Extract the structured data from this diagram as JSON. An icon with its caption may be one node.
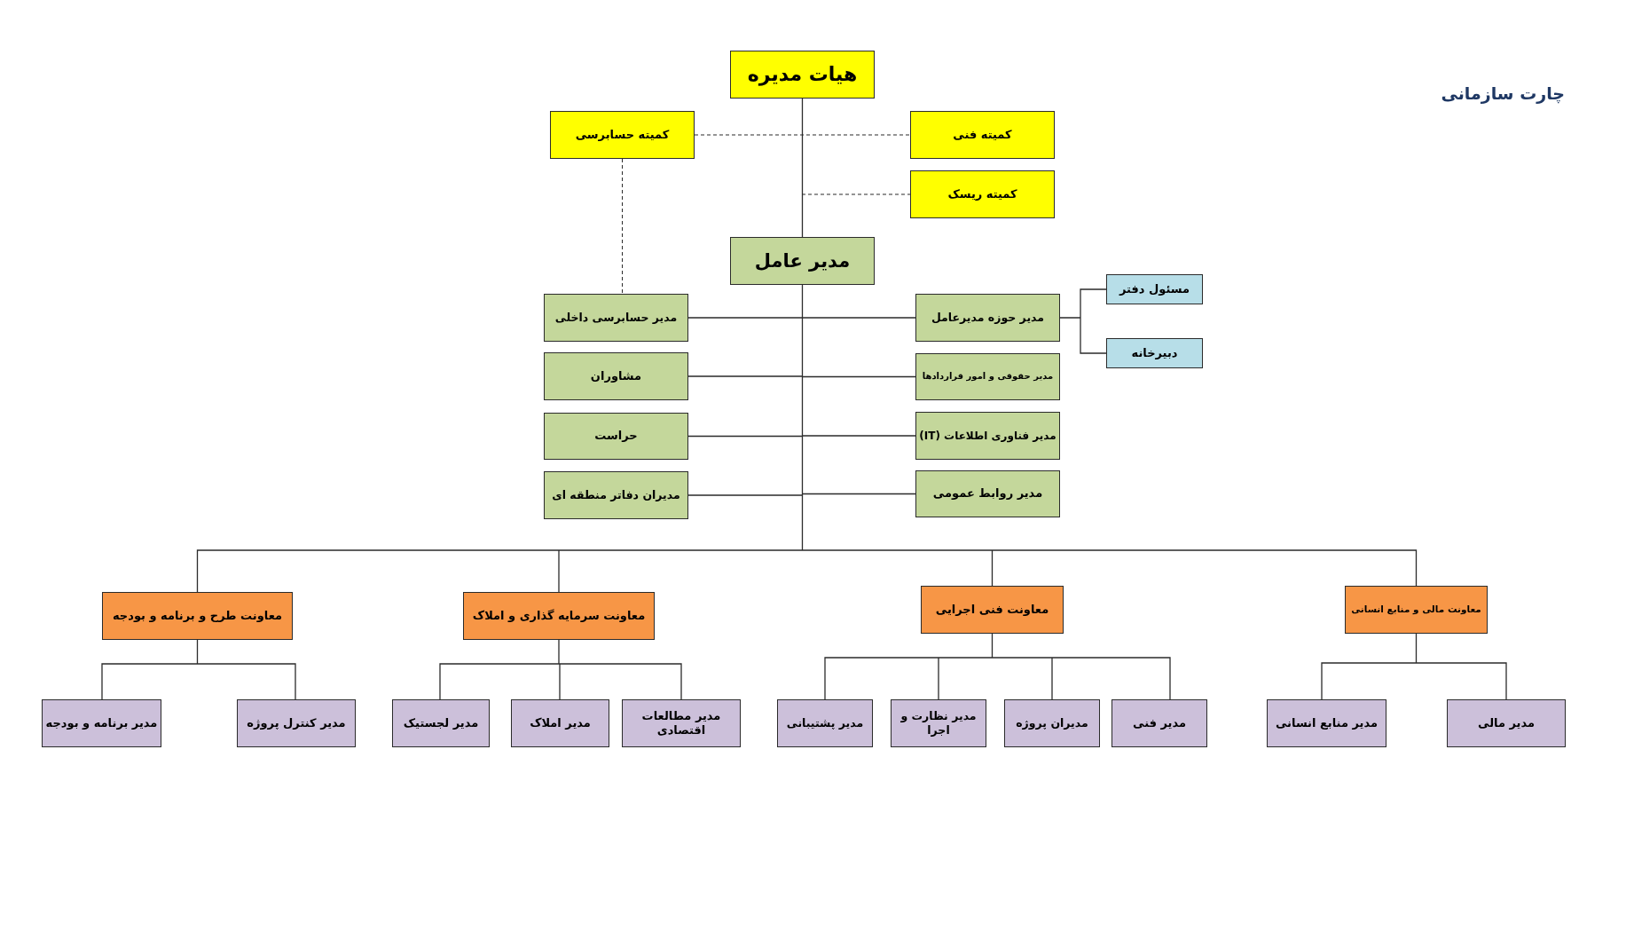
{
  "diagram": {
    "title": "چارت سازمانی",
    "nodes": [
      {
        "text": [
          "هیات مدیره"
        ]
      },
      {
        "text": [
          "کمیته فنی"
        ]
      },
      {
        "text": [
          "کمیته حسابرسی"
        ]
      },
      {
        "text": [
          "کمیته ریسک"
        ]
      },
      {
        "text": [
          "مدیر عامل"
        ]
      },
      {
        "text": [
          "مسئول دفتر"
        ]
      },
      {
        "text": [
          "مدیر حوزه مدیرعامل"
        ]
      },
      {
        "text": [
          "مدیر حسابرسی داخلی"
        ]
      },
      {
        "text": [
          "دبیرخانه"
        ]
      },
      {
        "text": [
          "مدیر حقوقی و امور قراردادها"
        ]
      },
      {
        "text": [
          "مشاوران"
        ]
      },
      {
        "text": [
          "مدیر فناوری اطلاعات (IT)"
        ]
      },
      {
        "text": [
          "حراست"
        ]
      },
      {
        "text": [
          "مدیر روابط عمومی"
        ]
      },
      {
        "text": [
          "مدیران دفاتر منطقه ای"
        ]
      },
      {
        "text": [
          "معاونت مالی و منابع انسانی"
        ]
      },
      {
        "text": [
          "معاونت فنی اجرایی"
        ]
      },
      {
        "text": [
          "معاونت سرمایه گذاری و املاک"
        ]
      },
      {
        "text": [
          "معاونت طرح و برنامه و بودجه"
        ]
      },
      {
        "text": [
          "مدیر مالی"
        ]
      },
      {
        "text": [
          "مدیر منابع انسانی"
        ]
      },
      {
        "text": [
          "مدیر فنی"
        ]
      },
      {
        "text": [
          "مدیران پروژه"
        ]
      },
      {
        "text": [
          "مدیر نظارت و اجرا"
        ]
      },
      {
        "text": [
          "مدیر پشتیبانی"
        ]
      },
      {
        "text": [
          "مدیر مطالعات اقتصادی"
        ]
      },
      {
        "text": [
          "مدیر املاک"
        ]
      },
      {
        "text": [
          "مدیر لجستیک"
        ]
      },
      {
        "text": [
          "مدیر کنترل پروژه"
        ]
      },
      {
        "text": [
          "مدیر برنامه و بودجه"
        ]
      }
    ],
    "edges": [
      {
        "from": 0,
        "to": 4,
        "arrow": "none"
      },
      {
        "from": 2,
        "to": 1,
        "arrow": "none",
        "style": "dashed"
      },
      {
        "from": null,
        "to": 3,
        "arrow": "none",
        "style": "dashed"
      },
      {
        "from": 2,
        "to": 7,
        "arrow": "none",
        "style": "dashed"
      },
      {
        "from": 4,
        "to": 6,
        "arrow": "none"
      },
      {
        "from": 4,
        "to": 7,
        "arrow": "none"
      },
      {
        "from": 4,
        "to": 9,
        "arrow": "none"
      },
      {
        "from": 4,
        "to": 10,
        "arrow": "none"
      },
      {
        "from": 4,
        "to": 11,
        "arrow": "none"
      },
      {
        "from": 4,
        "to": 12,
        "arrow": "none"
      },
      {
        "from": 4,
        "to": 13,
        "arrow": "none"
      },
      {
        "from": 4,
        "to": 14,
        "arrow": "none"
      },
      {
        "from": 6,
        "to": 5,
        "arrow": "none"
      },
      {
        "from": 6,
        "to": 8,
        "arrow": "none"
      },
      {
        "from": 4,
        "to": 15,
        "arrow": "none"
      },
      {
        "from": 4,
        "to": 16,
        "arrow": "none"
      },
      {
        "from": 4,
        "to": 17,
        "arrow": "none"
      },
      {
        "from": 4,
        "to": 18,
        "arrow": "none"
      },
      {
        "from": 15,
        "to": 19,
        "arrow": "none"
      },
      {
        "from": 15,
        "to": 20,
        "arrow": "none"
      },
      {
        "from": 16,
        "to": 21,
        "arrow": "none"
      },
      {
        "from": 16,
        "to": 22,
        "arrow": "none"
      },
      {
        "from": 16,
        "to": 23,
        "arrow": "none"
      },
      {
        "from": 16,
        "to": 24,
        "arrow": "none"
      },
      {
        "from": 17,
        "to": 25,
        "arrow": "none"
      },
      {
        "from": 17,
        "to": 26,
        "arrow": "none"
      },
      {
        "from": 17,
        "to": 27,
        "arrow": "none"
      },
      {
        "from": 18,
        "to": 28,
        "arrow": "none"
      },
      {
        "from": 18,
        "to": 29,
        "arrow": "none"
      }
    ]
  }
}
